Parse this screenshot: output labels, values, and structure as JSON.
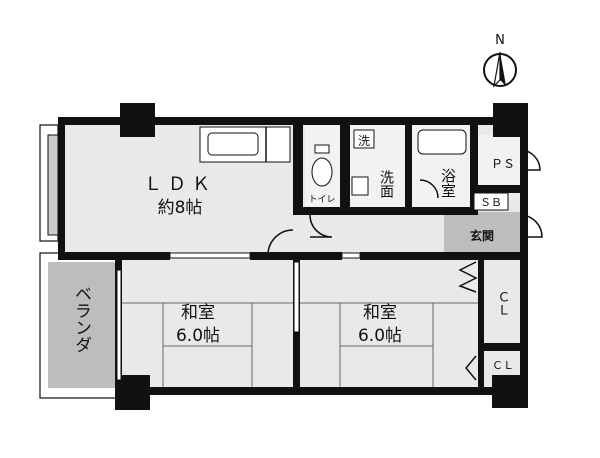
{
  "compass": {
    "label": "N",
    "icon": "north-arrow-icon"
  },
  "rooms": {
    "ldk": {
      "name": "ＬＤＫ",
      "size": "約8帖"
    },
    "toilet": {
      "name": "トイレ"
    },
    "washroom": {
      "name": "洗面",
      "washer_mark": "洗"
    },
    "bath": {
      "name": "浴室"
    },
    "ps": {
      "name": "ＰＳ"
    },
    "sb": {
      "name": "ＳＢ"
    },
    "entrance": {
      "name": "玄関"
    },
    "washitsu_left": {
      "name": "和室",
      "size": "6.0帖"
    },
    "washitsu_right": {
      "name": "和室",
      "size": "6.0帖"
    },
    "closet_upper": {
      "name": "ＣＬ"
    },
    "closet_lower": {
      "name": "ＣＬ"
    },
    "veranda": {
      "name": "ベランダ"
    }
  },
  "colors": {
    "wall": "#111111",
    "floor": "#e9e9e9",
    "entrance": "#bdbdbd"
  }
}
